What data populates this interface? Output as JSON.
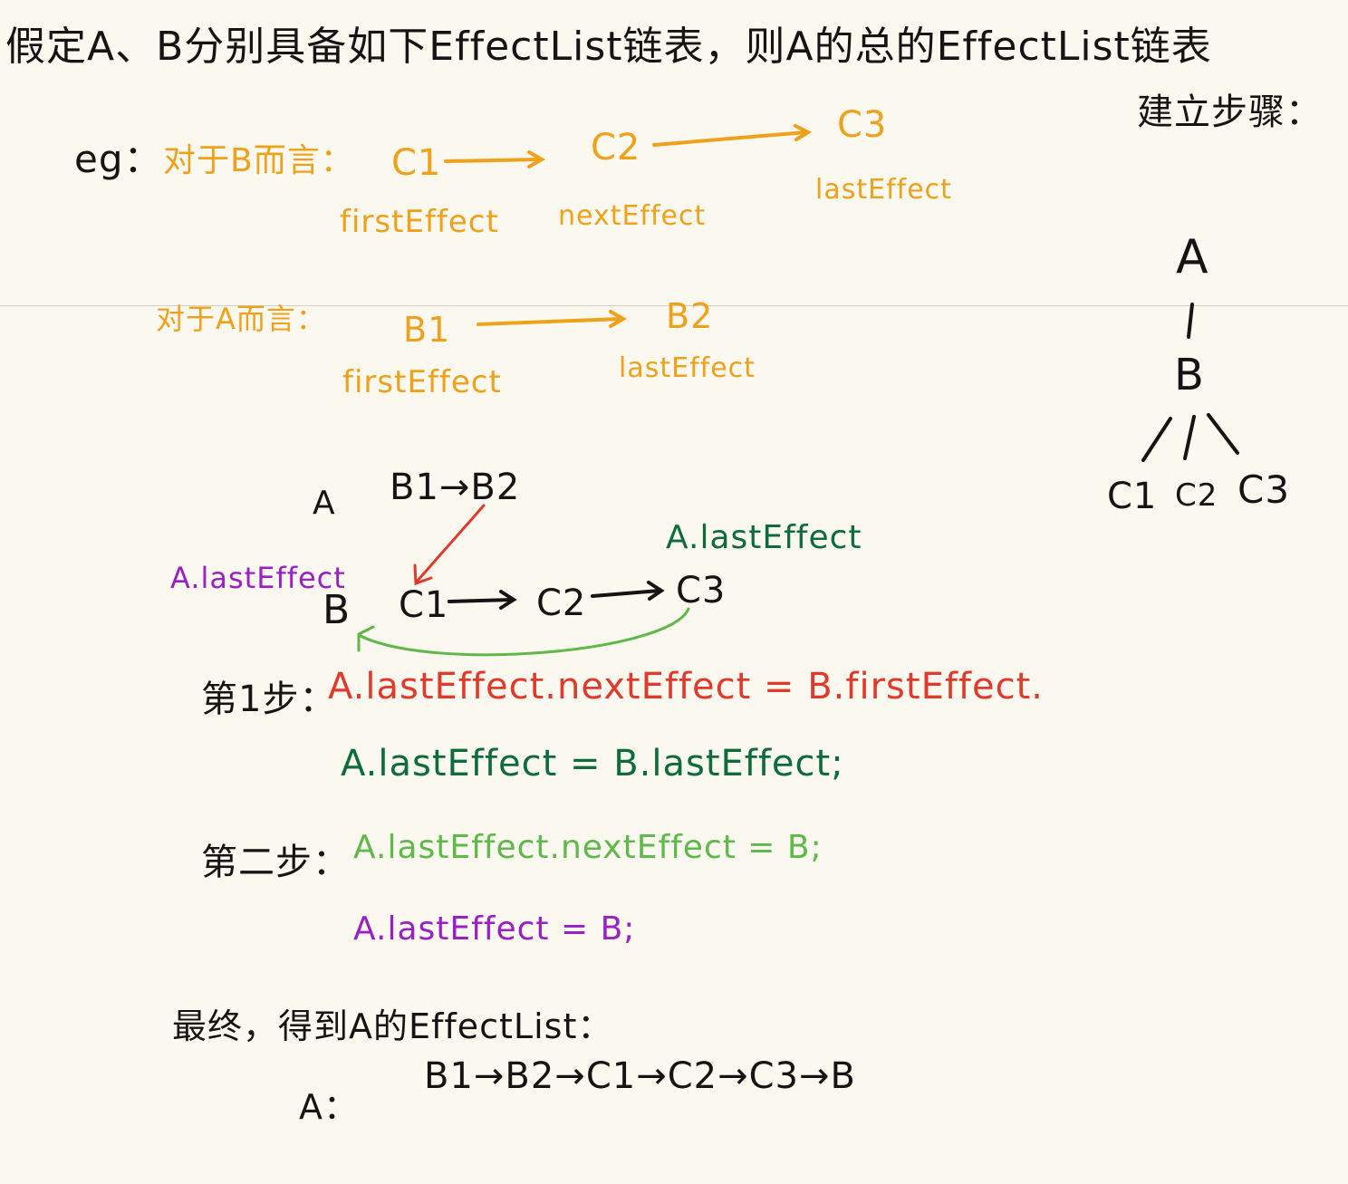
{
  "colors": {
    "black": "#141414",
    "orange": "#f0a11b",
    "red": "#e03a2c",
    "dark_green": "#0e6b3a",
    "light_green": "#5fb84a",
    "purple": "#9a1fc4"
  },
  "header": {
    "line1": "假定A、B分别具备如下EffectList链表，则A的总的EffectList链表",
    "line2": "建立步骤："
  },
  "eg": {
    "label": "eg：",
    "b_title": "对于B而言：",
    "b_nodes": [
      "C1",
      "C2",
      "C3"
    ],
    "b_first": "firstEffect",
    "b_next": "nextEffect",
    "b_last": "lastEffect",
    "a_title": "对于A而言：",
    "a_nodes": [
      "B1",
      "B2"
    ],
    "a_first": "firstEffect",
    "a_last": "lastEffect"
  },
  "tree": {
    "root": "A",
    "child": "B",
    "leaves": [
      "C1",
      "C2",
      "C3"
    ]
  },
  "diagram": {
    "a_label": "A",
    "a_list": "B1→B2",
    "b_label": "B",
    "b_nodes": [
      "C1",
      "C2",
      "C3"
    ],
    "purple_label": "A.lastEffect",
    "green_label": "A.lastEffect"
  },
  "steps": {
    "step1_label": "第1步：",
    "step1_line1": "A.lastEffect.nextEffect = B.firstEffect.",
    "step1_line2": "A.lastEffect = B.lastEffect;",
    "step2_label": "第二步：",
    "step2_line1": "A.lastEffect.nextEffect = B;",
    "step2_line2": "A.lastEffect = B;"
  },
  "result": {
    "title": "最终，得到A的EffectList：",
    "label": "A：",
    "list": "B1→B2→C1→C2→C3→B"
  }
}
